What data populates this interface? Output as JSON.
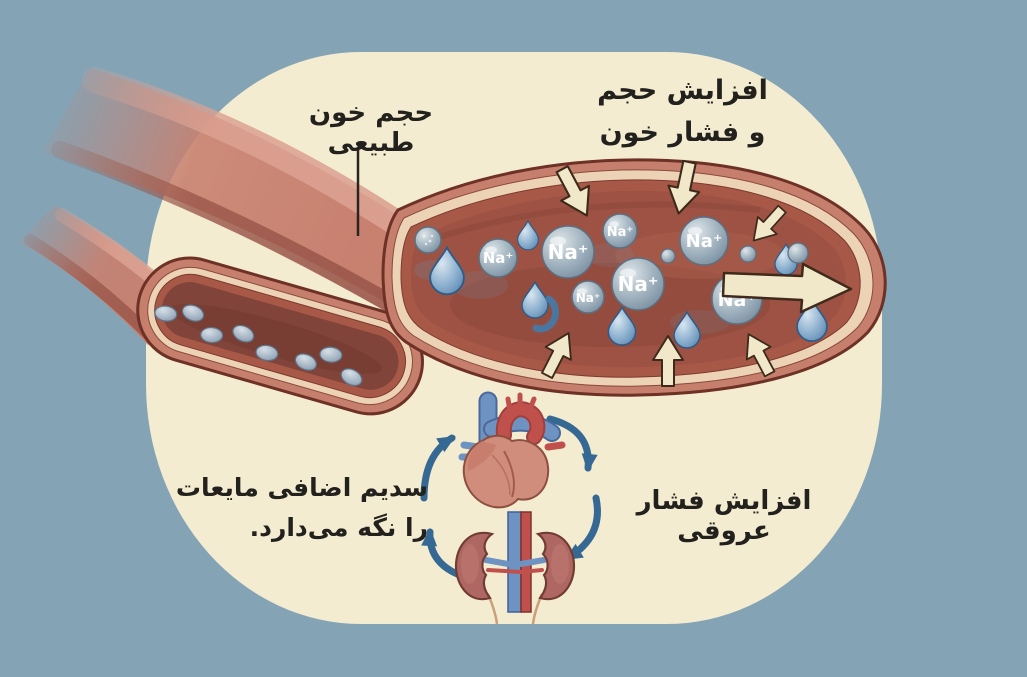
{
  "labels": {
    "normal_blood_volume": "حجم خون طبیعی",
    "increased_volume_line1": "افزایش حجم",
    "increased_volume_line2": "و فشار خون",
    "sodium_retention_line1": "سدیم اضافی مایعات",
    "sodium_retention_line2": "را نگه می‌دارد.",
    "vascular_pressure": "افزایش فشار عروقی"
  },
  "ions": {
    "sodium_label": "Na⁺"
  },
  "icons": {
    "heart": "heart-icon",
    "kidneys": "kidneys-icon",
    "water_droplet": "water-droplet-icon",
    "sodium_sphere": "sodium-ion-sphere",
    "cycle_arrows": "circulation-cycle-arrows",
    "pressure_arrows": "pressure-inward-arrows",
    "flow_arrow": "blood-flow-arrow"
  },
  "colors": {
    "background": "#84a4b6",
    "panel": "#f3ecd1",
    "vessel_wall": "#c57f6c",
    "vessel_wall_light": "#edd3b6",
    "vessel_wall_deep": "#a85847",
    "blood": "#9d5244",
    "ion_sphere": "#9fb1bd",
    "droplet": "#7fa7c9",
    "cycle_arrow": "#356892",
    "pressure_arrow": "#f1e7c9",
    "heart_red": "#c0504b",
    "vein_blue": "#6e93c3",
    "text": "#23211d"
  }
}
